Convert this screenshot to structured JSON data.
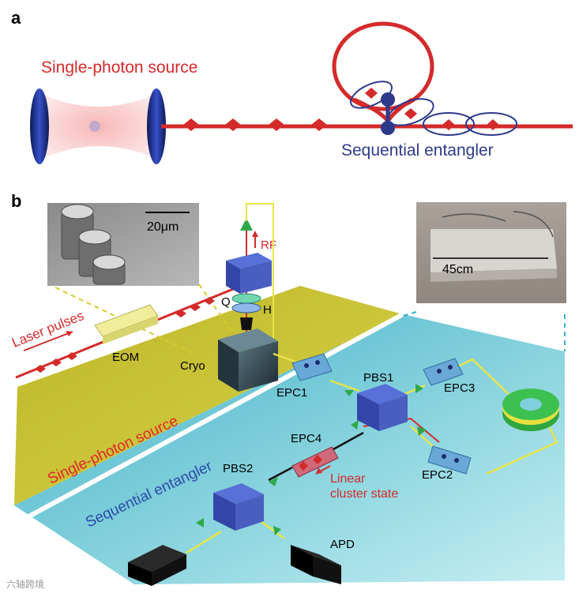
{
  "panel_a": {
    "letter": "a",
    "source_label": "Single-photon source",
    "entangler_label": "Sequential entangler"
  },
  "panel_b": {
    "letter": "b",
    "sem_scale": "20μm",
    "photo_scale": "45cm",
    "labels": {
      "rf": "RF",
      "q": "Q",
      "h": "H",
      "laser": "Laser pulses",
      "eom": "EOM",
      "cryo": "Cryo",
      "epc1": "EPC1",
      "pbs1": "PBS1",
      "epc3": "EPC3",
      "epc4": "EPC4",
      "epc2": "EPC2",
      "pbs2": "PBS2",
      "apd": "APD",
      "linear1": "Linear",
      "linear2": "cluster state",
      "sps_region": "Single-photon source",
      "se_region": "Sequential entangler"
    }
  },
  "watermark": "六轴跨境",
  "colors": {
    "red": "#d42a2a",
    "blue": "#2d3a8c",
    "yellow_region": "#cfc93a",
    "blue_region": "#5cc4d6",
    "cube": "#3a4fb0"
  }
}
